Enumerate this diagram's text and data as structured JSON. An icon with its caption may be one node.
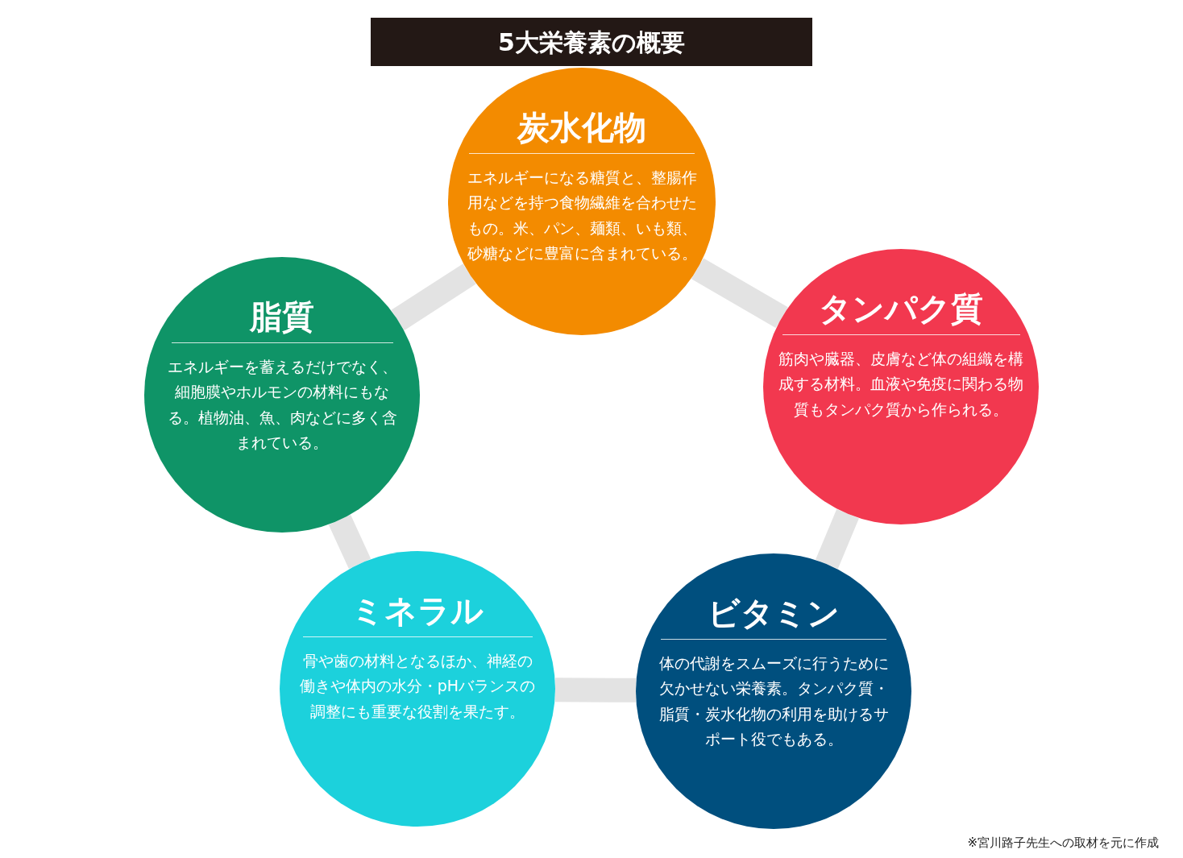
{
  "diagram": {
    "title": "5大栄養素の概要",
    "caption": "※宮川路子先生への取材を元に作成",
    "nodes": [
      {
        "text": [
          "炭水化物",
          "エネルギーになる糖質と、整腸作用などを持つ食物繊維を合わせたもの。米、パン、麺類、いも類、砂糖などに豊富に含まれている。"
        ]
      },
      {
        "text": [
          "タンパク質",
          "筋肉や臓器、皮膚など体の組織を構成する材料。血液や免疫に関わる物質もタンパク質から作られる。"
        ]
      },
      {
        "text": [
          "ビタミン",
          "体の代謝をスムーズに行うために欠かせない栄養素。タンパク質・脂質・炭水化物の利用を助けるサポート役でもある。"
        ]
      },
      {
        "text": [
          "ミネラル",
          "骨や歯の材料となるほか、神経の働きや体内の水分・pHバランスの調整にも重要な役割を果たす。"
        ]
      },
      {
        "text": [
          "脂質",
          "エネルギーを蓄えるだけでなく、細胞膜やホルモンの材料にもなる。植物油、魚、肉などに多く含まれている。"
        ]
      }
    ],
    "edges": [
      {
        "from": 0,
        "to": 1,
        "arrow": "none"
      },
      {
        "from": 1,
        "to": 2,
        "arrow": "none"
      },
      {
        "from": 2,
        "to": 3,
        "arrow": "none"
      },
      {
        "from": 3,
        "to": 4,
        "arrow": "none"
      },
      {
        "from": 4,
        "to": 0,
        "arrow": "none"
      }
    ]
  }
}
